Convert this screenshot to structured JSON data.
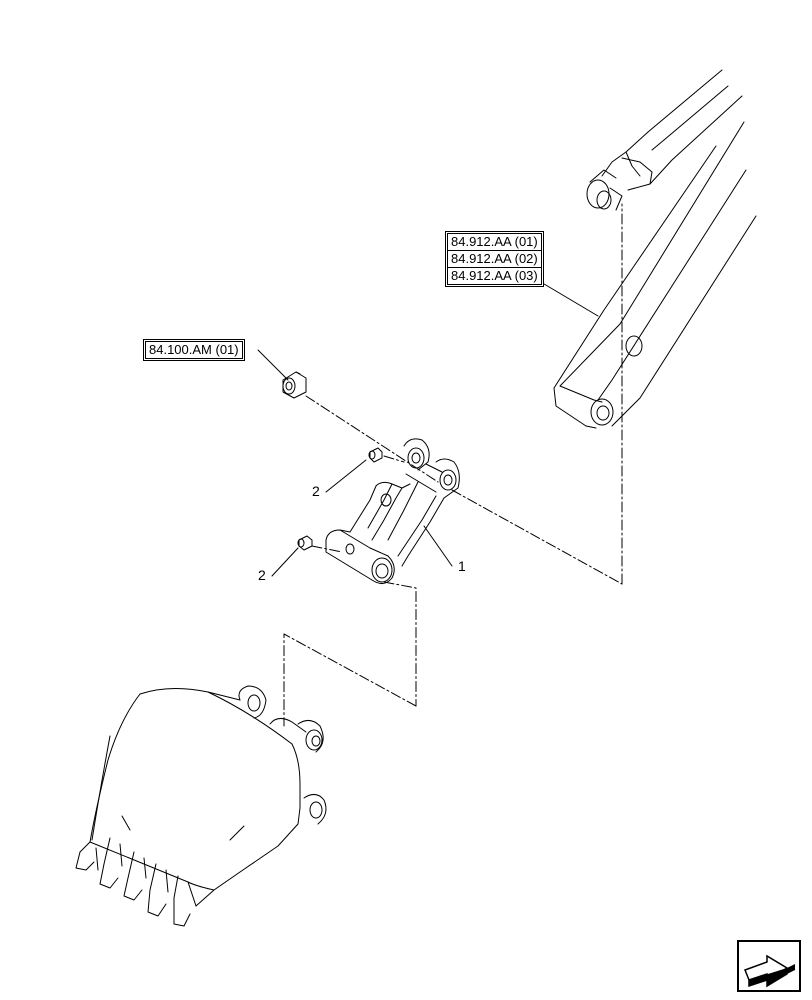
{
  "references": {
    "bucket_cylinder": [
      "84.912.AA (01)",
      "84.912.AA (02)",
      "84.912.AA (03)"
    ],
    "bushing": "84.100.AM (01)"
  },
  "callouts": {
    "link_assembly": "1",
    "grease_fitting_upper": "2",
    "grease_fitting_lower": "2"
  },
  "icons": {
    "navigation": "next-page-arrow-icon"
  }
}
